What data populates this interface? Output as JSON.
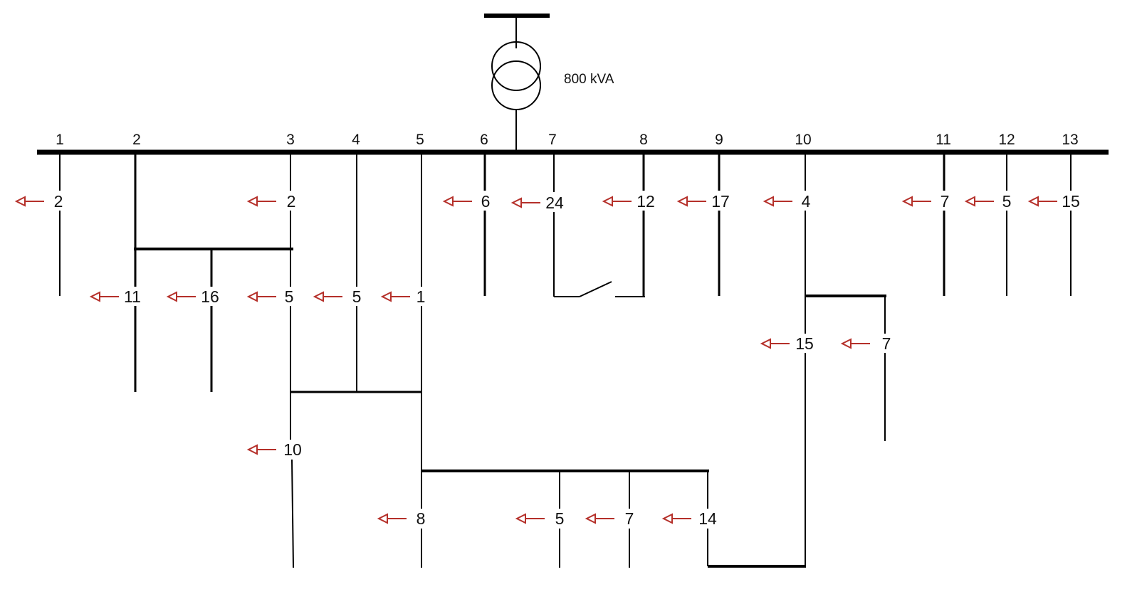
{
  "transformer": {
    "rating": "800 kVA"
  },
  "bus_numbers": [
    "1",
    "2",
    "3",
    "4",
    "5",
    "6",
    "7",
    "8",
    "9",
    "10",
    "11",
    "12",
    "13"
  ],
  "loads": [
    "2",
    "2",
    "6",
    "24",
    "12",
    "17",
    "4",
    "7",
    "5",
    "15",
    "11",
    "16",
    "5",
    "5",
    "1",
    "15",
    "7",
    "10",
    "8",
    "5",
    "7",
    "14"
  ],
  "colors": {
    "line": "#000000",
    "arrow": "#b5302a",
    "text": "#111111"
  },
  "icons": {
    "load_arrow": "load-arrow-icon",
    "switch": "open-switch-icon",
    "transformer": "transformer-icon"
  }
}
